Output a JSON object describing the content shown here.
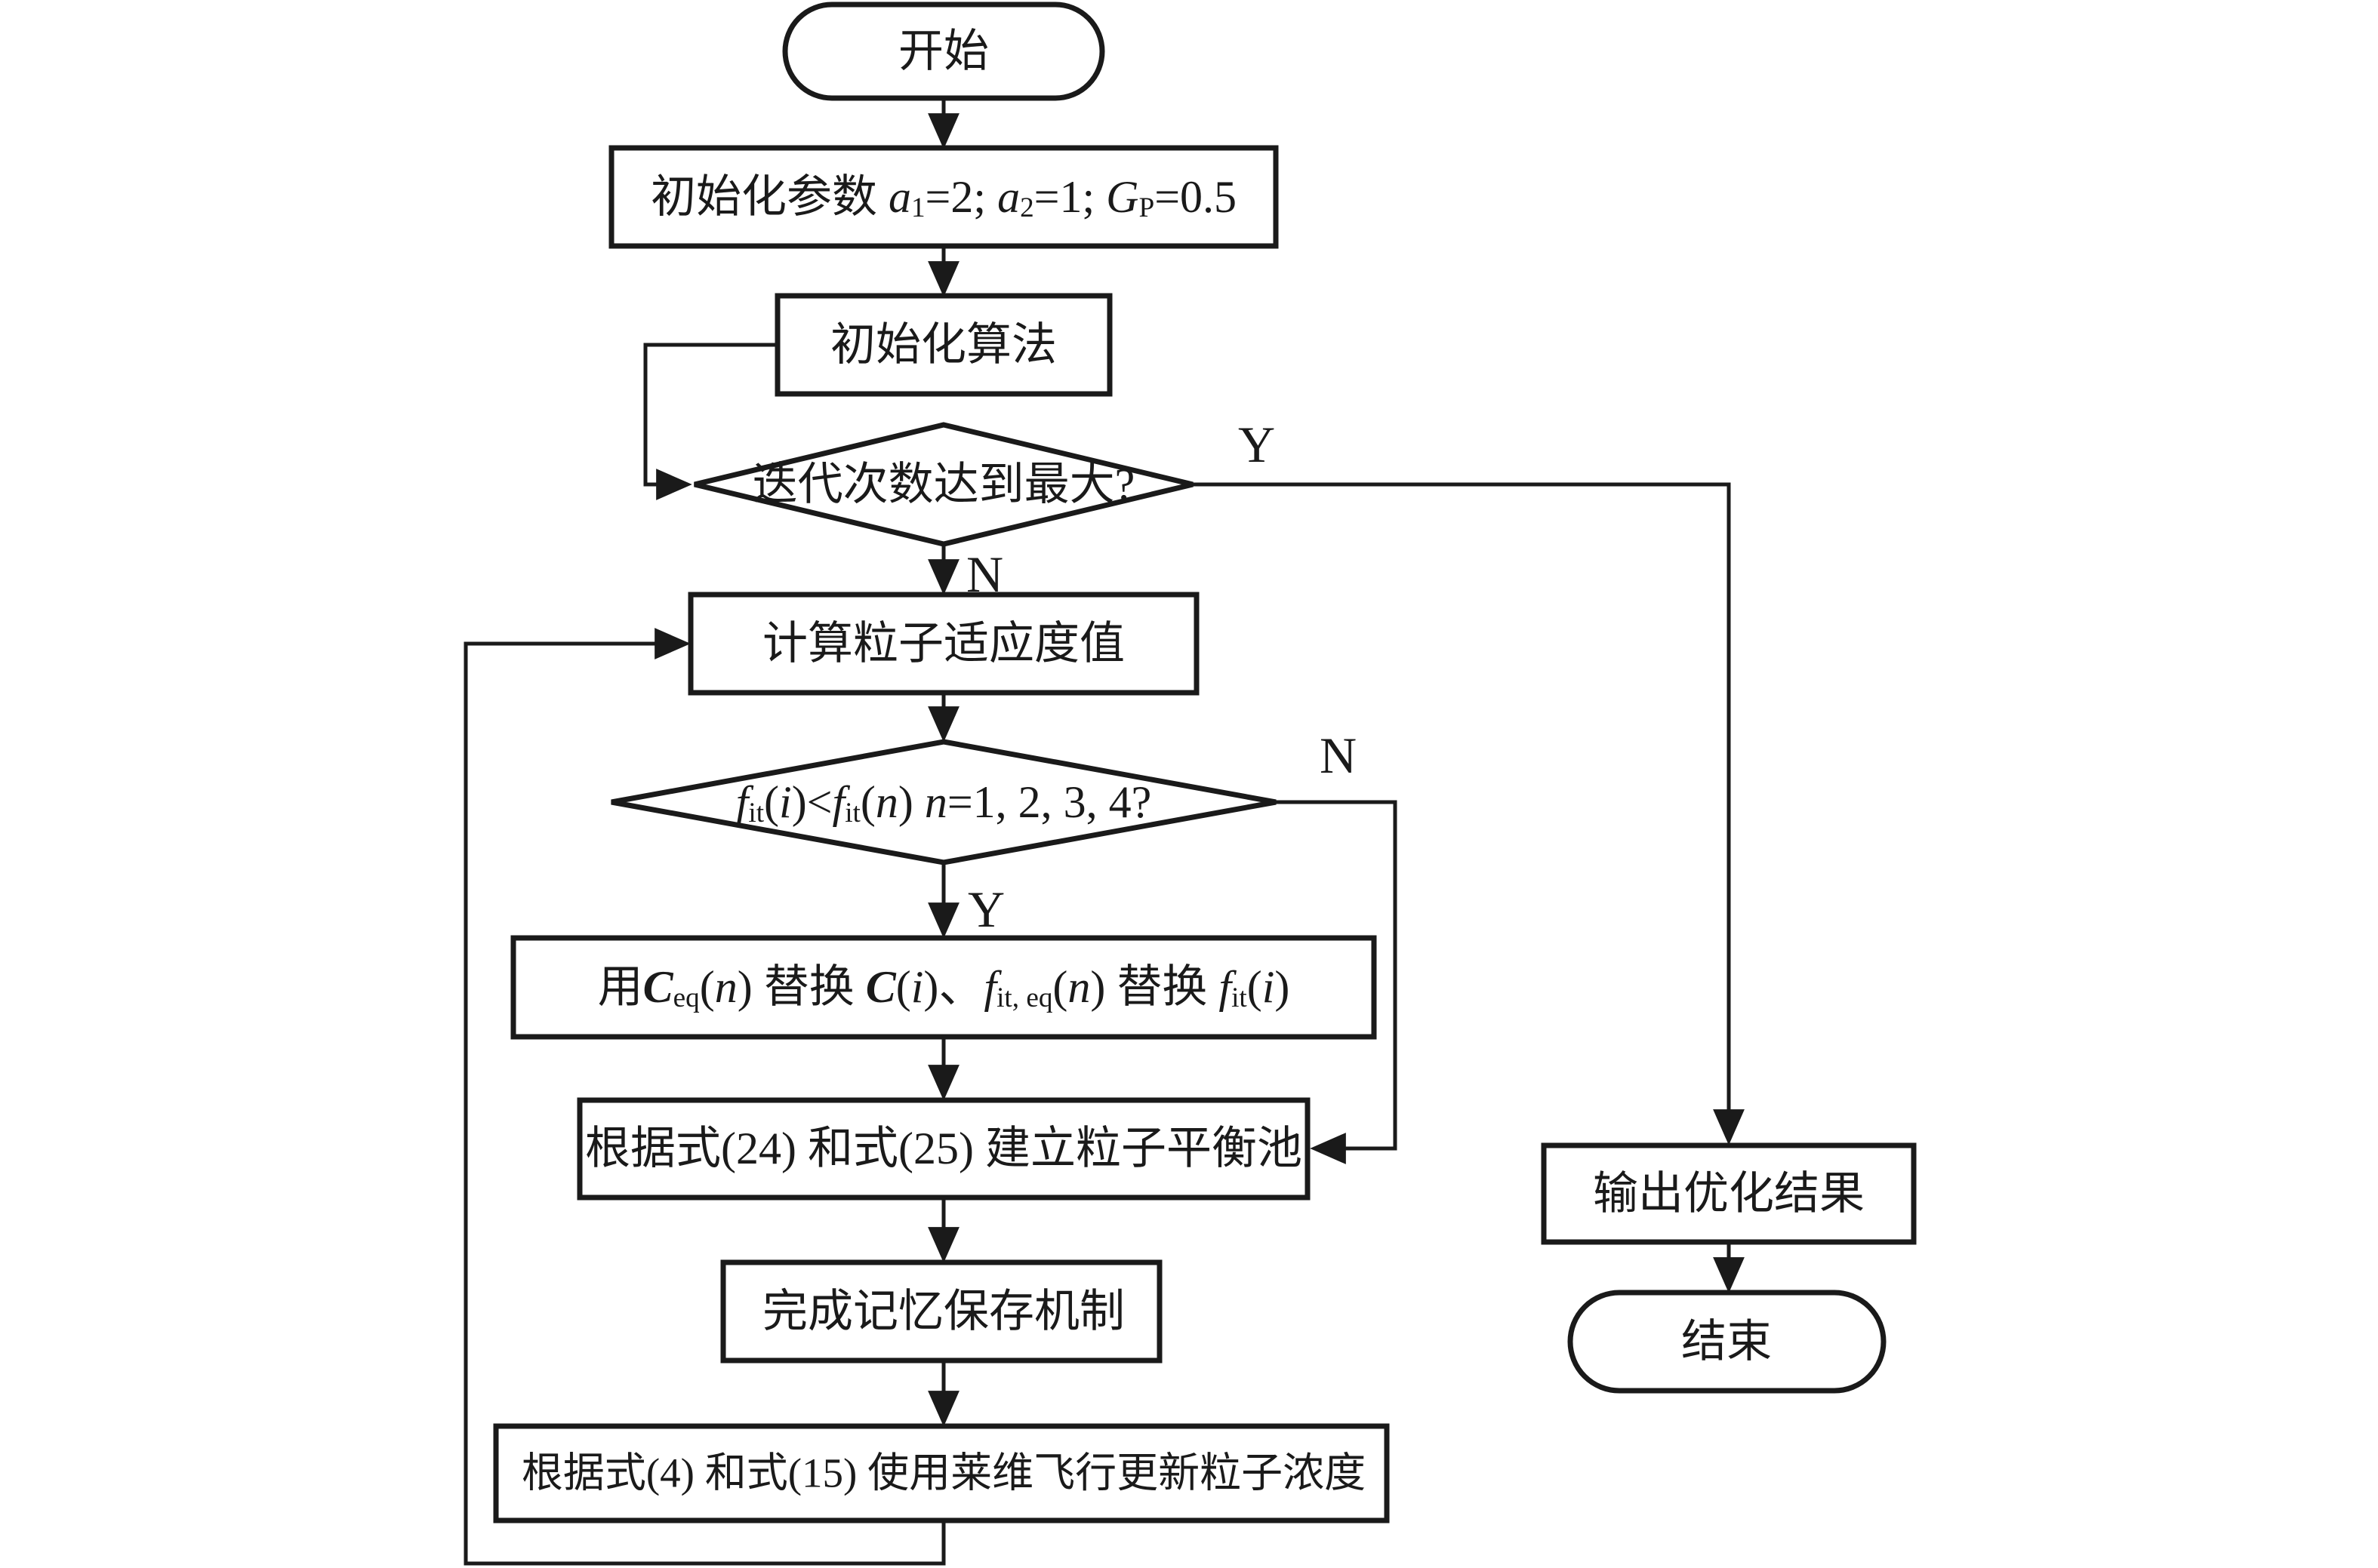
{
  "flowchart": {
    "colors": {
      "stroke": "#1a1a1a",
      "background": "#ffffff"
    },
    "nodes": {
      "start": {
        "label": "开始"
      },
      "init_params": {
        "runs": [
          {
            "t": "初始化参数 "
          },
          {
            "t": "a",
            "s": "i"
          },
          {
            "t": "1",
            "s": "sub"
          },
          {
            "t": "=2; "
          },
          {
            "t": "a",
            "s": "i"
          },
          {
            "t": "2",
            "s": "sub"
          },
          {
            "t": "=1; "
          },
          {
            "t": "G",
            "s": "i"
          },
          {
            "t": "P",
            "s": "sub"
          },
          {
            "t": "=0.5"
          }
        ]
      },
      "init_algo": {
        "label": "初始化算法"
      },
      "decision_max_iter": {
        "label": "迭代次数达到最大?"
      },
      "calc_fitness": {
        "label": "计算粒子适应度值"
      },
      "decision_fitness": {
        "runs": [
          {
            "t": "f",
            "s": "i"
          },
          {
            "t": "it",
            "s": "sub"
          },
          {
            "t": "("
          },
          {
            "t": "i",
            "s": "i"
          },
          {
            "t": ")<"
          },
          {
            "t": "f",
            "s": "i"
          },
          {
            "t": "it",
            "s": "sub"
          },
          {
            "t": "("
          },
          {
            "t": "n",
            "s": "i"
          },
          {
            "t": ") "
          },
          {
            "t": "n",
            "s": "i"
          },
          {
            "t": "=1, 2, 3, 4?"
          }
        ]
      },
      "replace_concentration": {
        "runs": [
          {
            "t": "用"
          },
          {
            "t": "C",
            "s": "bi"
          },
          {
            "t": "eq",
            "s": "sub"
          },
          {
            "t": "("
          },
          {
            "t": "n",
            "s": "i"
          },
          {
            "t": ") 替换 "
          },
          {
            "t": "C",
            "s": "bi"
          },
          {
            "t": "("
          },
          {
            "t": "i",
            "s": "i"
          },
          {
            "t": ")、"
          },
          {
            "t": "f",
            "s": "i"
          },
          {
            "t": "it, eq",
            "s": "sub"
          },
          {
            "t": "("
          },
          {
            "t": "n",
            "s": "i"
          },
          {
            "t": ") 替换 "
          },
          {
            "t": "f",
            "s": "i"
          },
          {
            "t": "it",
            "s": "sub"
          },
          {
            "t": "("
          },
          {
            "t": "i",
            "s": "i"
          },
          {
            "t": ")"
          }
        ]
      },
      "build_pool": {
        "label": "根据式(24) 和式(25) 建立粒子平衡池"
      },
      "memory_mechanism": {
        "label": "完成记忆保存机制"
      },
      "levy_update": {
        "label": "根据式(4) 和式(15) 使用莱维飞行更新粒子浓度"
      },
      "output_result": {
        "label": "输出优化结果"
      },
      "end": {
        "label": "结束"
      }
    },
    "edge_labels": {
      "max_iter_yes": "Y",
      "max_iter_no": "N",
      "fitness_no": "N",
      "fitness_yes": "Y"
    }
  }
}
